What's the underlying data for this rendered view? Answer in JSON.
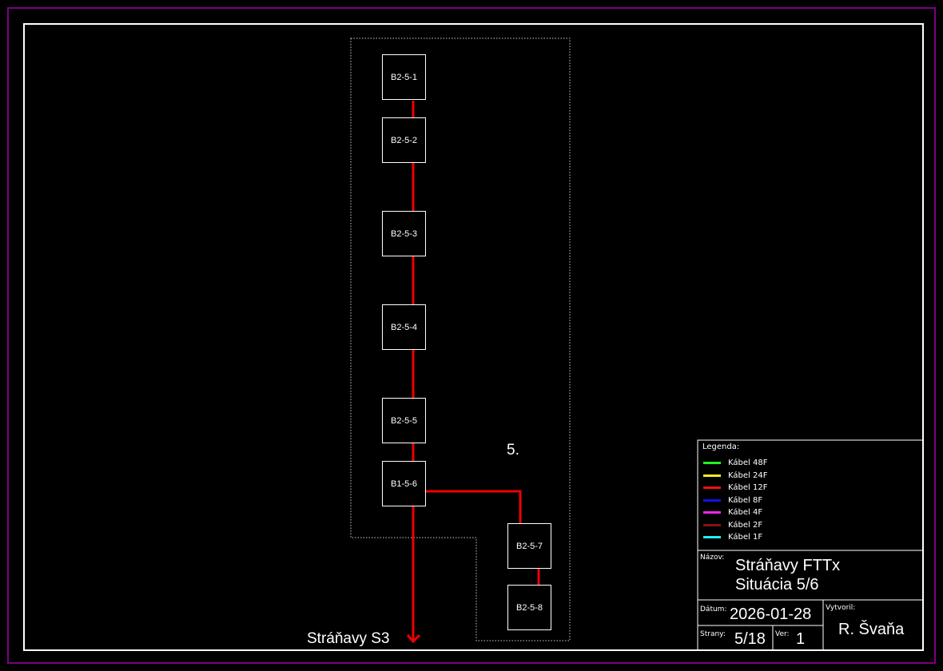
{
  "area_label": "5.",
  "nodes": [
    "B2-5-1",
    "B2-5-2",
    "B2-5-3",
    "B2-5-4",
    "B2-5-5",
    "B1-5-6",
    "B2-5-7",
    "B2-5-8"
  ],
  "destination": "Stráňavy S3",
  "legend": {
    "title": "Legenda:",
    "items": [
      {
        "label": "Kábel 48F",
        "color": "#22ee22"
      },
      {
        "label": "Kábel 24F",
        "color": "#eeee22"
      },
      {
        "label": "Kábel 12F",
        "color": "#ee1111"
      },
      {
        "label": "Kábel 8F",
        "color": "#1111ee"
      },
      {
        "label": "Kábel 4F",
        "color": "#ee22ee"
      },
      {
        "label": "Kábel 2F",
        "color": "#881111"
      },
      {
        "label": "Kábel 1F",
        "color": "#22eeee"
      }
    ]
  },
  "title_block": {
    "name_label": "Názov:",
    "name_line1": "Stráňavy FTTx",
    "name_line2": "Situácia 5/6",
    "date_label": "Dátum:",
    "date": "2026-01-28",
    "author_label": "Vytvoril:",
    "author": "R. Švaňa",
    "pages_label": "Strany:",
    "pages": "5/18",
    "ver_label": "Ver:",
    "ver": "1"
  }
}
